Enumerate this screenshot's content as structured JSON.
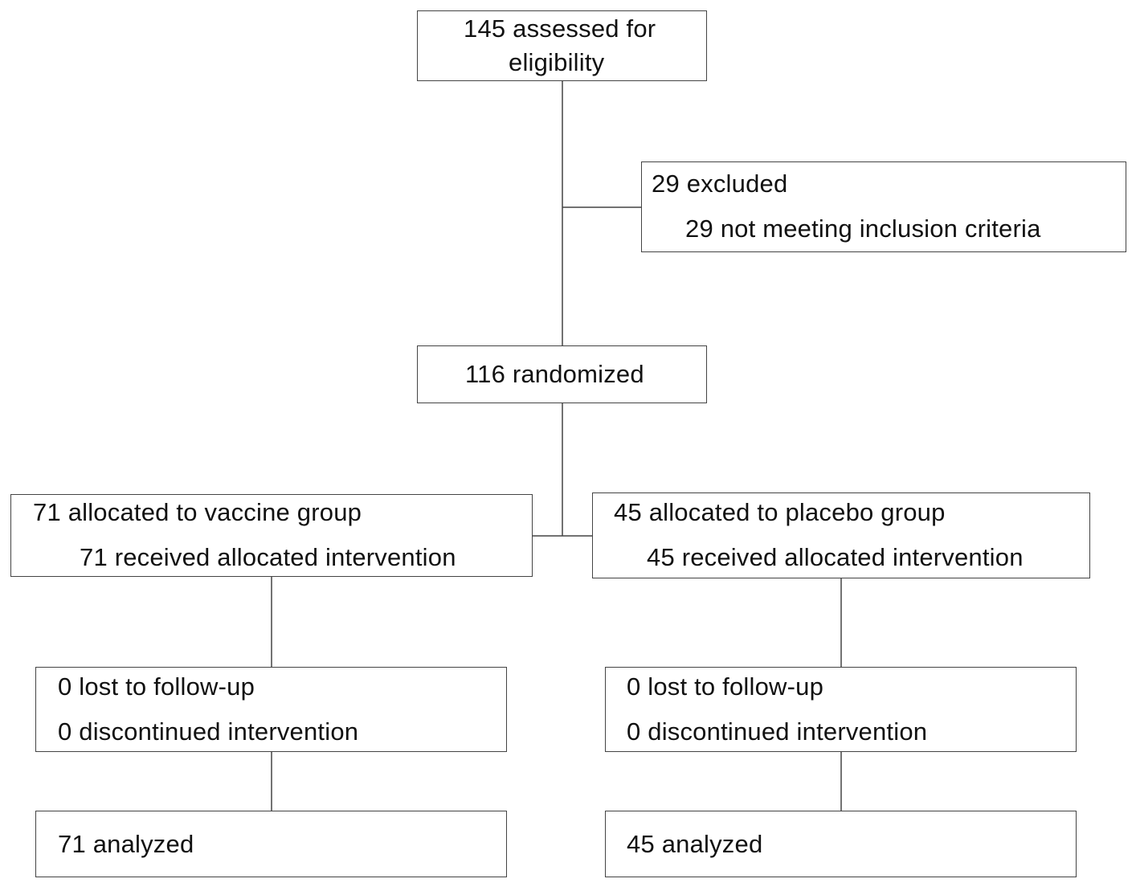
{
  "assessed": {
    "line1": "145 assessed for",
    "line2": "eligibility"
  },
  "excluded": {
    "title": "29 excluded",
    "detail": "29 not  meeting inclusion  criteria"
  },
  "randomized": {
    "label": "116 randomized"
  },
  "vaccine": {
    "allocated": "71 allocated to vaccine group",
    "received": "71 received allocated intervention",
    "lost": "0 lost to follow-up",
    "discontinued": "0 discontinued intervention",
    "analyzed": "71 analyzed"
  },
  "placebo": {
    "allocated": "45 allocated to placebo group",
    "received": "45 received allocated intervention",
    "lost": "0 lost to follow-up",
    "discontinued": "0 discontinued intervention",
    "analyzed": "45 analyzed"
  }
}
